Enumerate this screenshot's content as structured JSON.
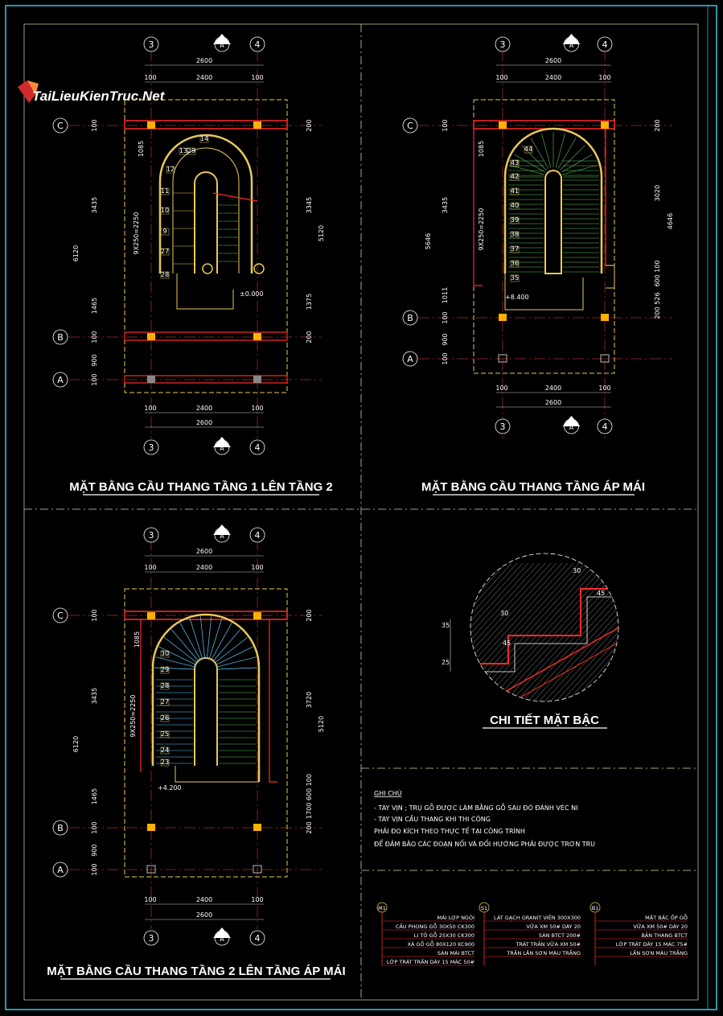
{
  "watermark": "TaiLieuKienTruc.Net",
  "plans": [
    {
      "id": "plan1",
      "title": "MẶT BẰNG CẦU THANG TẦNG 1 LÊN TẦNG 2",
      "grid_top": [
        "3",
        "4"
      ],
      "grid_left": [
        "C",
        "B",
        "A"
      ],
      "dims_top": [
        "2600",
        "100",
        "2400",
        "100"
      ],
      "dims_bottom": [
        "100",
        "2400",
        "100",
        "2600"
      ],
      "dims_left": [
        "100",
        "3435",
        "6120",
        "1465",
        "100",
        "900",
        "100",
        "1085",
        "9X250=2250"
      ],
      "dims_right": [
        "200",
        "3345",
        "5120",
        "1375",
        "200"
      ],
      "level": "±0.000",
      "steps": [
        "14",
        "13",
        "12",
        "11",
        "10",
        "9",
        "27",
        "28",
        "29"
      ]
    },
    {
      "id": "plan2",
      "title": "MẶT BẰNG CẦU THANG TẦNG ÁP MÁI",
      "grid_top": [
        "3",
        "4"
      ],
      "grid_left": [
        "C",
        "B",
        "A"
      ],
      "dims_top": [
        "2600",
        "100",
        "2400",
        "100"
      ],
      "dims_bottom": [
        "100",
        "2400",
        "100",
        "2600"
      ],
      "dims_left": [
        "100",
        "3435",
        "5646",
        "1011",
        "100",
        "900",
        "100",
        "1085",
        "9X250=2250"
      ],
      "dims_right": [
        "200",
        "3020",
        "4646",
        "600 100",
        "200 526"
      ],
      "level": "+8.400",
      "steps": [
        "44",
        "43",
        "42",
        "41",
        "40",
        "39",
        "38",
        "37",
        "36",
        "35"
      ]
    },
    {
      "id": "plan3",
      "title": "MẶT BẰNG CẦU THANG TẦNG 2 LÊN TẦNG ÁP MÁI",
      "grid_top": [
        "3",
        "4"
      ],
      "grid_left": [
        "C",
        "B",
        "A"
      ],
      "dims_top": [
        "2600",
        "100",
        "2400",
        "100"
      ],
      "dims_bottom": [
        "100",
        "2400",
        "100",
        "2600"
      ],
      "dims_left": [
        "100",
        "3435",
        "6120",
        "1465",
        "100",
        "900",
        "100",
        "1085",
        "9X250=2250"
      ],
      "dims_right": [
        "200",
        "3720",
        "5120",
        "1700 600 100",
        "200"
      ],
      "level": "+4.200",
      "steps": [
        "30",
        "29",
        "28",
        "27",
        "26",
        "25",
        "24",
        "23"
      ]
    }
  ],
  "section_mark": "A",
  "detail": {
    "title": "CHI TIẾT MẶT BẬC",
    "labels": [
      "30",
      "45",
      "30",
      "45",
      "35",
      "25"
    ]
  },
  "notes": {
    "heading": "GHI CHÚ",
    "lines": [
      "- TAY VỊN ;  TRỤ GỖ ĐƯỢC LÀM BẰNG GỖ SAU ĐÓ ĐÁNH VÉC NI",
      "- TAY VỊN CẦU THANG KHI THI CÔNG",
      "  PHẢI ĐO KÍCH THEO THỰC TẾ TẠI CÔNG TRÌNH",
      "  ĐỂ ĐẢM BẢO CÁC ĐOẠN NỐI VÀ ĐỔI HƯỚNG PHẢI ĐƯỢC TRƠN TRU"
    ]
  },
  "legend": [
    {
      "tag": "M1",
      "items": [
        "MÁI LỢP NGÓI",
        "CẦU PHONG GỖ 30X50 CK300",
        "LI TÔ GỖ 25X30 CK300",
        "XÀ GỒ GỖ 80X120 KC900",
        "SÀN MÁI BTCT",
        "LỚP TRÁT TRẦN DÀY 15 MÁC 50#"
      ]
    },
    {
      "tag": "S1",
      "items": [
        "LÁT GẠCH GRANIT VIÊN 300X300",
        "VỮA XM 50# DÀY 20",
        "SÀN BTCT 200#",
        "TRÁT TRẦN VỮA XM 50#",
        "TRẦN LĂN SƠN MÀU TRẮNG"
      ]
    },
    {
      "tag": "B1",
      "items": [
        "MẶT BẬC ỐP GỖ",
        "VỮA XM 50# DÀY 20",
        "BẢN THANG BTCT",
        "LỚP TRÁT DÀY 15 MÁC 75#",
        "LĂN SƠN MÀU TRẮNG"
      ]
    }
  ],
  "colors": {
    "frame": "#37c8e8",
    "divider": "#d8d8a0",
    "wall": "#e8c85a",
    "red": "#ff2a2a",
    "dim": "#ffffff",
    "grid_bubble": "#ffffff",
    "cyan": "#5fd0ff",
    "green": "#5ac85a",
    "column": "#ffb000"
  }
}
